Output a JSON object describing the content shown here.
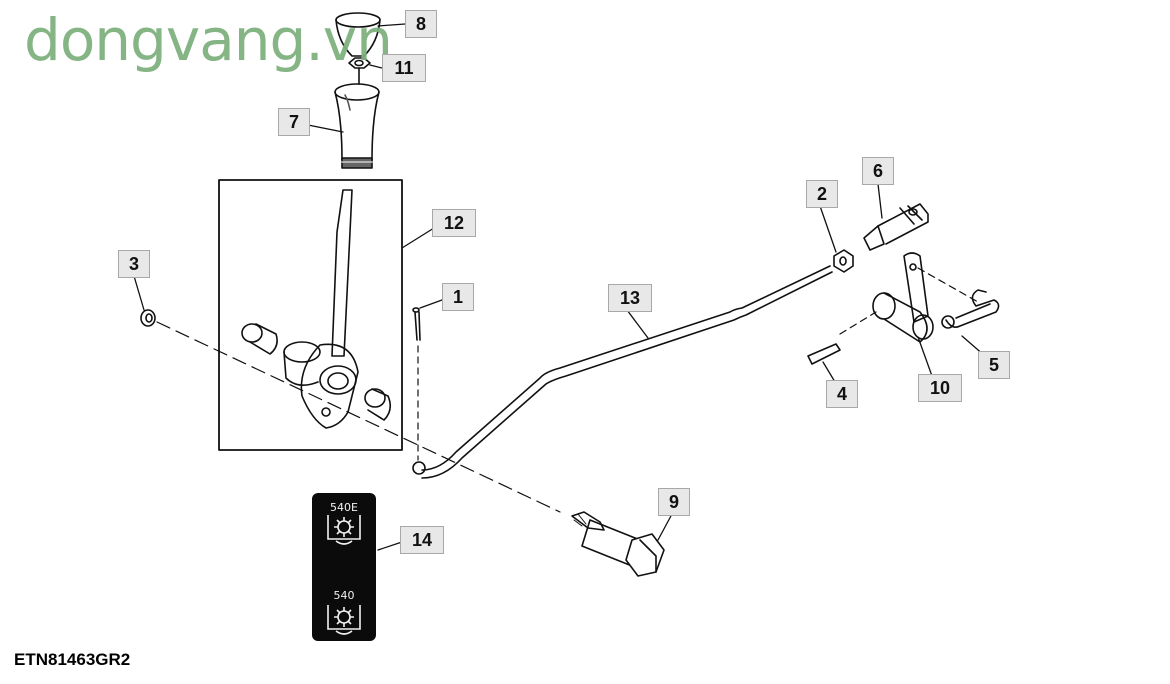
{
  "watermark": "dongvang.vn",
  "drawing_id": "ETN81463GR2",
  "callouts": {
    "c1": "1",
    "c2": "2",
    "c3": "3",
    "c4": "4",
    "c5": "5",
    "c6": "6",
    "c7": "7",
    "c8": "8",
    "c9": "9",
    "c10": "10",
    "c11": "11",
    "c12": "12",
    "c13": "13",
    "c14": "14"
  },
  "decal": {
    "top_label": "540E",
    "bottom_label": "540"
  },
  "colors": {
    "line": "#111111",
    "callout_bg": "#e8e8e8",
    "watermark": "#7fb07f"
  }
}
